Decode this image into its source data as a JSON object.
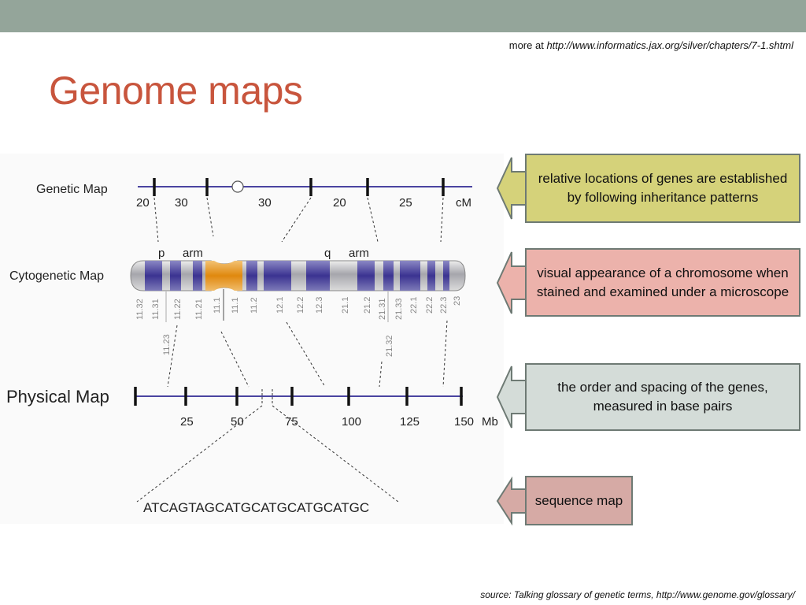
{
  "header": {
    "more_prefix": "more at ",
    "more_link": "http://www.informatics.jax.org/silver/chapters/7-1.shtml"
  },
  "title": "Genome maps",
  "figure": {
    "genetic_map": {
      "label": "Genetic Map",
      "distances": [
        "20",
        "30",
        "30",
        "20",
        "25"
      ],
      "unit": "cM"
    },
    "cytogenetic_map": {
      "label": "Cytogenetic Map",
      "p_arm": [
        "p",
        "arm"
      ],
      "q_arm": [
        "q",
        "arm"
      ],
      "bands": [
        "11.32",
        "11.31",
        "11.22",
        "11.21",
        "11.1",
        "11.1",
        "11.2",
        "12.1",
        "12.2",
        "12.3",
        "21.1",
        "21.2",
        "21.31",
        "21.33",
        "22.1",
        "22.2",
        "22.3",
        "23"
      ],
      "bands_lower": [
        "11.23",
        "21.32"
      ]
    },
    "physical_map": {
      "label": "Physical Map",
      "ticks": [
        "25",
        "50",
        "75",
        "100",
        "125",
        "150"
      ],
      "unit": "Mb"
    },
    "sequence": "ATCAGTAGCATGCATGCATGCATGC"
  },
  "callouts": [
    {
      "text": "relative locations of genes are established by following inheritance patterns",
      "color": "#d5d27a"
    },
    {
      "text": "visual appearance of a chromosome when stained and examined under a microscope",
      "color": "#ecb2ab"
    },
    {
      "text": "the order and spacing of the genes, measured in base pairs",
      "color": "#d4dcd8"
    },
    {
      "text": "sequence map",
      "color": "#d6aaa5"
    }
  ],
  "footer": {
    "source": "source: Talking glossary of genetic terms, http://www.genome.gov/glossary/"
  }
}
